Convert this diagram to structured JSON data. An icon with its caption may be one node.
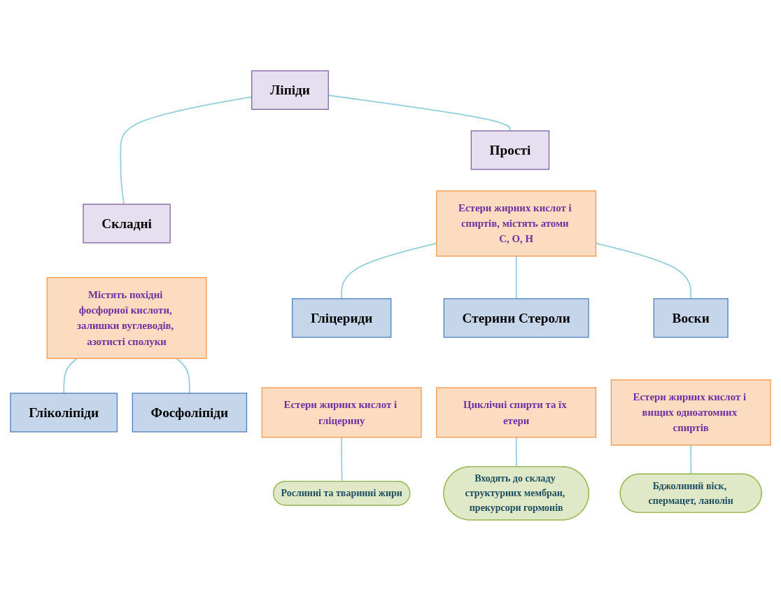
{
  "diagram": {
    "nodes": [
      {
        "text": [
          "Ліпіди"
        ]
      },
      {
        "text": [
          "Прості"
        ]
      },
      {
        "text": [
          "Складні"
        ]
      },
      {
        "text": [
          "Естери жирних кислот і спиртів, містять атоми C, O, H"
        ]
      },
      {
        "text": [
          "Містять похідні фосфорної кислоти, залишки вуглеводів, азотисті сполуки"
        ]
      },
      {
        "text": [
          "Гліцериди"
        ]
      },
      {
        "text": [
          "Стерини Стероли"
        ]
      },
      {
        "text": [
          "Гліколіпіди"
        ]
      },
      {
        "text": [
          "Фосфоліпіди"
        ]
      },
      {
        "text": [
          "Естери жирних кислот і гліцерину"
        ]
      },
      {
        "text": [
          "Циклічні спирти та їх етери"
        ]
      },
      {
        "text": [
          "Рослинні та тваринні жири"
        ]
      },
      {
        "text": [
          "Воски"
        ]
      },
      {
        "text": [
          "Входять до складу структурних мембран, прекурсори гормонів"
        ]
      },
      {
        "text": [
          "Естери жирних кислот і вищих одноатомних спиртів"
        ]
      },
      {
        "text": [
          "Бджолиний віск, спермацет, ланолін"
        ]
      }
    ],
    "edges": [
      {
        "from": 0,
        "to": 1,
        "arrow": "none"
      },
      {
        "from": 0,
        "to": 2,
        "arrow": "none"
      },
      {
        "from": 3,
        "to": 5,
        "arrow": "none"
      },
      {
        "from": 3,
        "to": 6,
        "arrow": "none"
      },
      {
        "from": 3,
        "to": 12,
        "arrow": "none"
      },
      {
        "from": 4,
        "to": 7,
        "arrow": "none"
      },
      {
        "from": 4,
        "to": 8,
        "arrow": "none"
      },
      {
        "from": 9,
        "to": 11,
        "arrow": "none"
      },
      {
        "from": 10,
        "to": 13,
        "arrow": "none"
      },
      {
        "from": 14,
        "to": 15,
        "arrow": "none"
      }
    ]
  }
}
